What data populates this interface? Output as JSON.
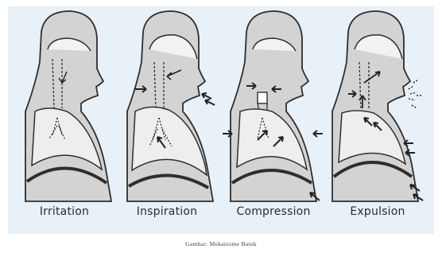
{
  "diagram": {
    "stages": [
      {
        "label": "Irritation"
      },
      {
        "label": "Inspiration"
      },
      {
        "label": "Compression"
      },
      {
        "label": "Expulsion"
      }
    ],
    "caption": "Gambar: Mekanisme Batuk"
  },
  "colors": {
    "panel": "#e8f1f7",
    "figure_fill": "#d3d3d3",
    "lung_fill": "#eeeeee",
    "outline": "#2e2e2e",
    "arrow": "#222222"
  }
}
